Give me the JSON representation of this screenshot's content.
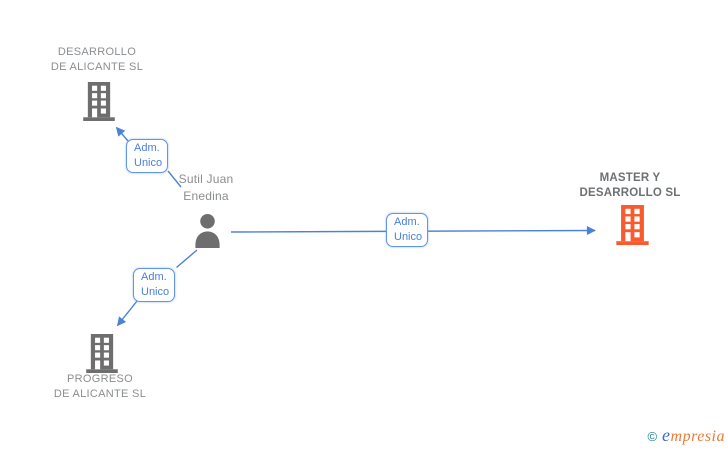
{
  "diagram": {
    "person": {
      "name_line1": "Sutil Juan",
      "name_line2": "Enedina",
      "full_name": "Sutil Juan Enedina"
    },
    "companies": [
      {
        "name_line1": "DESARROLLO",
        "name_line2": "DE ALICANTE SL",
        "full_name": "DESARROLLO DE ALICANTE SL",
        "highlighted": false
      },
      {
        "name_line1": "MASTER Y",
        "name_line2": "DESARROLLO SL",
        "full_name": "MASTER Y DESARROLLO SL",
        "highlighted": true
      },
      {
        "name_line1": "PROGRESO",
        "name_line2": "DE ALICANTE SL",
        "full_name": "PROGRESO DE ALICANTE SL",
        "highlighted": false
      }
    ],
    "relationships": [
      {
        "label_line1": "Adm.",
        "label_line2": "Unico",
        "from": "Sutil Juan Enedina",
        "to": "DESARROLLO DE ALICANTE SL"
      },
      {
        "label_line1": "Adm.",
        "label_line2": "Unico",
        "from": "Sutil Juan Enedina",
        "to": "MASTER Y DESARROLLO SL"
      },
      {
        "label_line1": "Adm.",
        "label_line2": "Unico",
        "from": "Sutil Juan Enedina",
        "to": "PROGRESO DE ALICANTE SL"
      }
    ]
  },
  "icons": {
    "building": "building-icon",
    "person": "person-icon",
    "arrowhead": "arrowhead-icon"
  },
  "watermark": {
    "copyright": "©",
    "brand_initial": "e",
    "brand_rest": "mpresia"
  },
  "colors": {
    "building_gray": "#6e6e6e",
    "building_accent": "#f95b2e",
    "person_gray": "#6e6e6e",
    "label_gray": "#8b8e90",
    "label_dark": "#6d7174",
    "line_blue": "#4a82d8",
    "box_border": "#6395e6",
    "box_text": "#4a7fd9",
    "watermark_copyright": "#1d7f8f",
    "watermark_initial": "#3a6fc0",
    "watermark_rest": "#ee7b36"
  }
}
